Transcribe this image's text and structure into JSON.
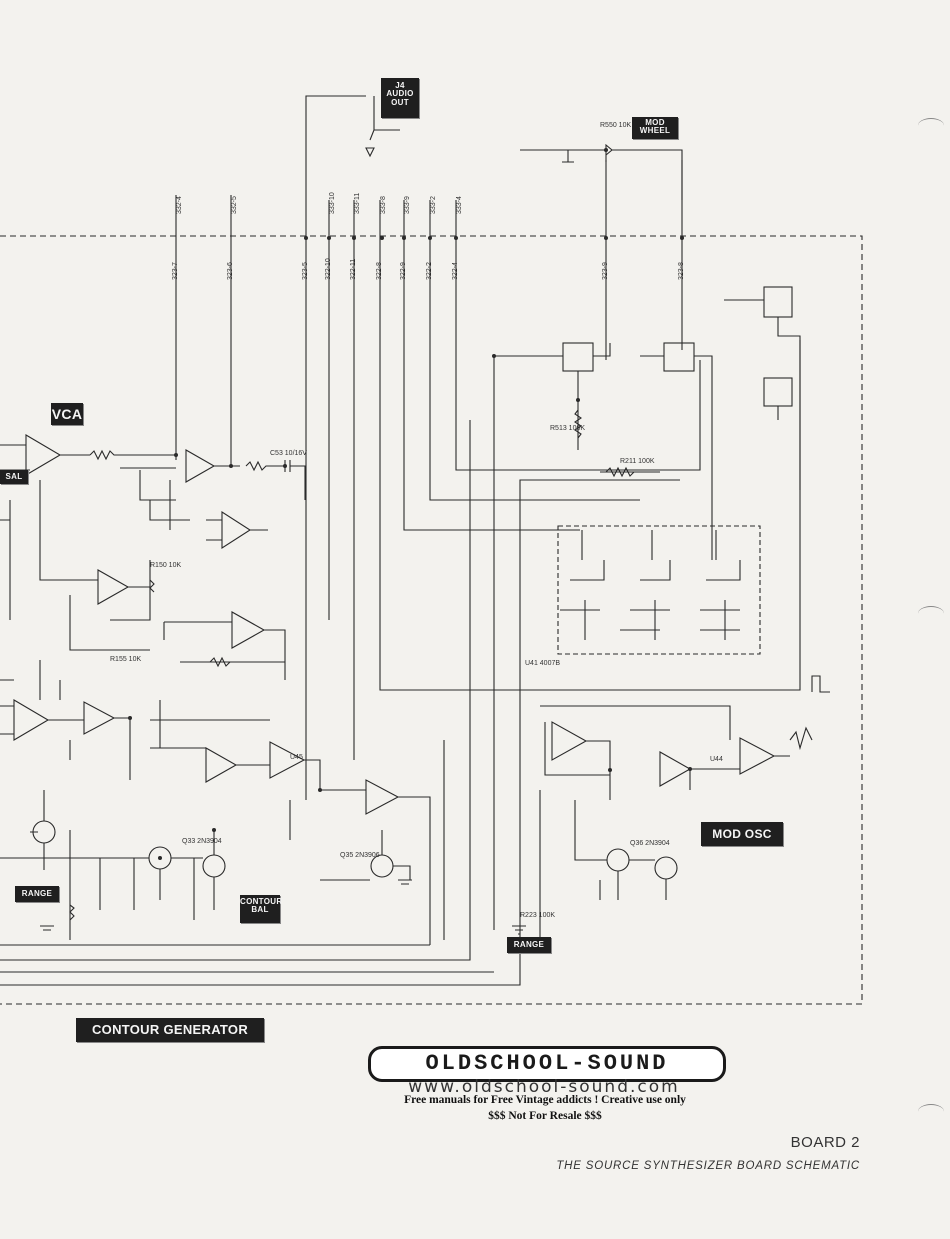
{
  "labels": {
    "audio_out": "J4 AUDIO OUT",
    "mod_wheel": "MOD WHEEL",
    "vca": "VCA",
    "mod_osc": "MOD OSC",
    "contour_bal": "CONTOUR BAL",
    "range_left": "RANGE",
    "range_right": "RANGE",
    "contour_generator": "CONTOUR GENERATOR",
    "sal": "SAL"
  },
  "connector_pins": [
    "323-7",
    "323-6",
    "323-5",
    "322-10",
    "322-11",
    "322-8",
    "322-9",
    "322-2",
    "322-4",
    "323-9",
    "323-8"
  ],
  "top_pins": [
    "332-4",
    "332-5",
    "333-10",
    "333-11",
    "333-8",
    "333-9",
    "333-2",
    "333-4"
  ],
  "components": {
    "u45": "U45",
    "u44": "U44",
    "u41": "U41 4007B",
    "r550": "R550 10K",
    "r513": "R513 100K",
    "r211": "R211 100K",
    "r150": "R150 10K",
    "r155": "R155 10K",
    "q33": "Q33 2N3904",
    "q36": "Q36 2N3904",
    "q35": "Q35 2N3906",
    "c53": "C53 10/16V",
    "r223": "R223 100K"
  },
  "footer": {
    "logo": "OLDSCHOOL-SOUND",
    "url": "www.oldschool-sound.com",
    "note1": "Free manuals for Free Vintage addicts ! Creative use only",
    "note2": "$$$ Not For Resale $$$",
    "board": "BOARD 2",
    "subtitle": "THE SOURCE SYNTHESIZER BOARD SCHEMATIC"
  },
  "colors": {
    "ink": "#222222",
    "paper": "#f3f2ee",
    "tag_bg": "#1f1f1f"
  }
}
